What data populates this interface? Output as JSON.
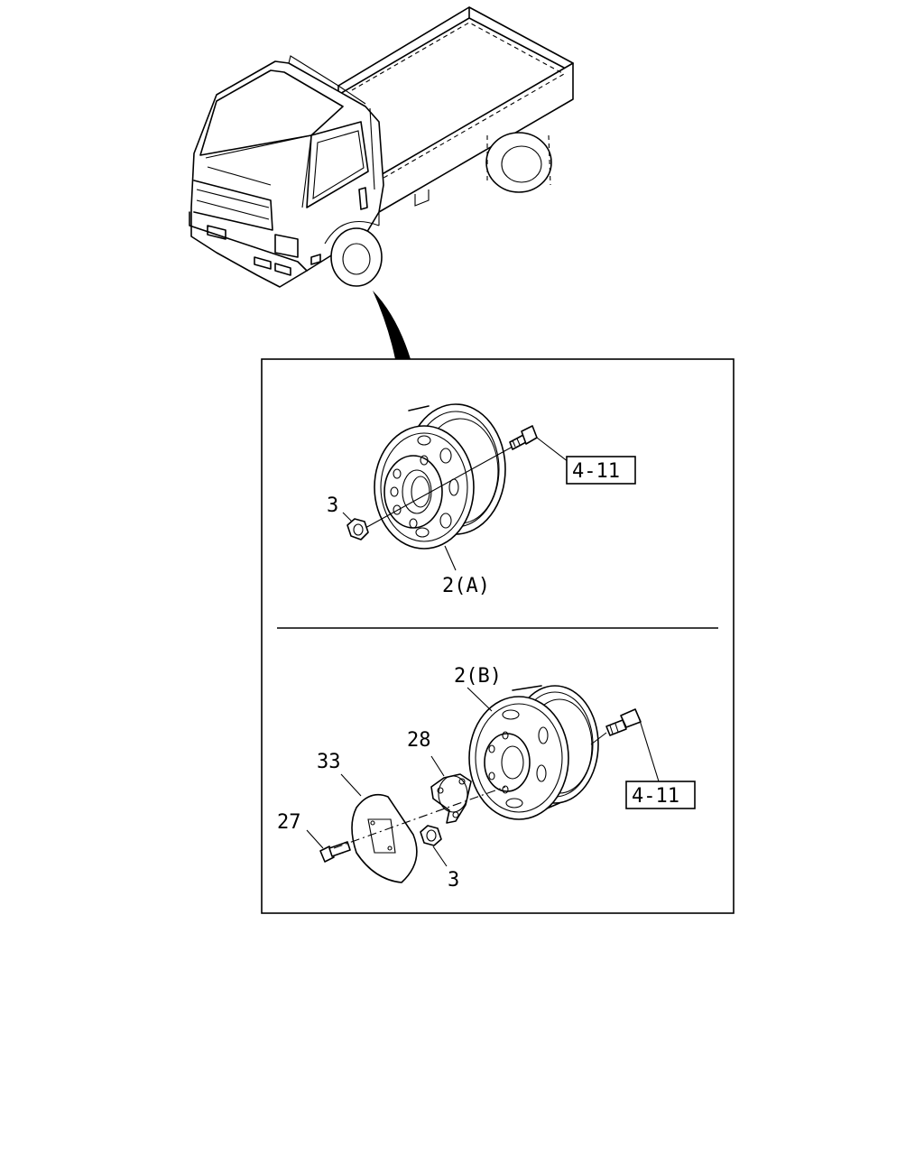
{
  "callouts": {
    "top_nut": "3",
    "top_wheel": "2(A)",
    "top_ref": "4-11",
    "bottom_wheel": "2(B)",
    "cap": "28",
    "disc": "33",
    "bolt": "27",
    "bottom_nut": "3",
    "bottom_ref": "4-11"
  }
}
